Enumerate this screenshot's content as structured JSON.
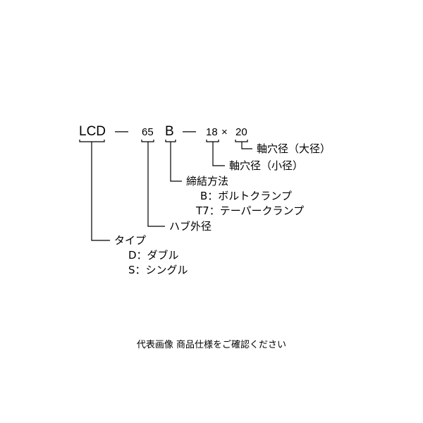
{
  "code": {
    "lcd": "LCD",
    "dash1": "—",
    "size": "65",
    "clamp": "B",
    "dash2": "—",
    "bore_small": "18",
    "times": "×",
    "bore_large": "20"
  },
  "labels": {
    "bore_large": "軸穴径（大径）",
    "bore_small": "軸穴径（小径）",
    "clamp_title": "締結方法",
    "clamp_b": "B：ボルトクランプ",
    "clamp_t7": "T7：テーパークランプ",
    "hub": "ハブ外径",
    "type_title": "タイプ",
    "type_d": "D：ダブル",
    "type_s": "S：シングル"
  },
  "footer": {
    "note": "代表画像 商品仕様をご確認ください"
  }
}
